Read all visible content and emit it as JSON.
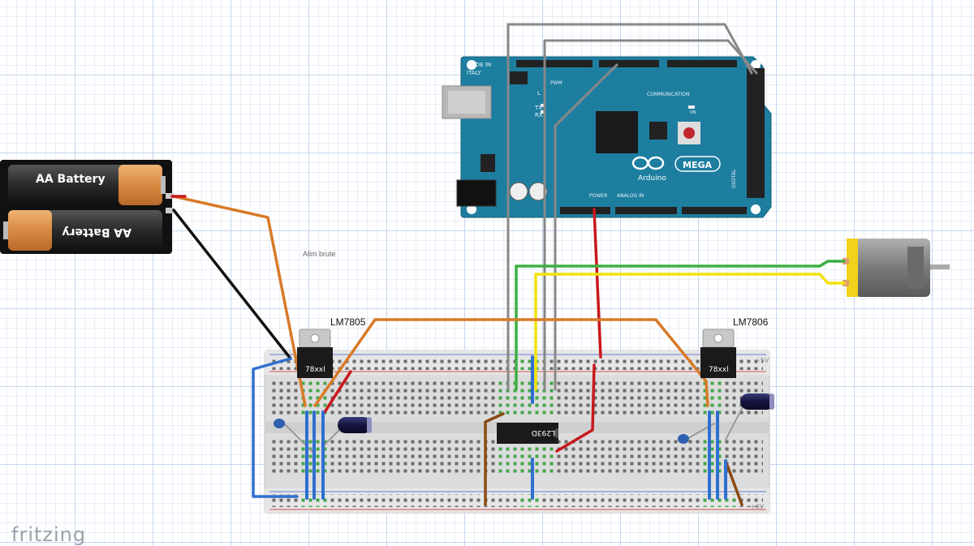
{
  "battery": {
    "cell_top": "AA Battery",
    "cell_bottom": "AA Battery"
  },
  "labels": {
    "alim": "Alim brute",
    "reg_left": "LM7805",
    "reg_right": "LM7806",
    "rail_top": "+5V",
    "rail_bottom": "+6V"
  },
  "regulators": {
    "left_marking": "78xxl",
    "right_marking": "78xxl"
  },
  "driver_chip": {
    "marking": "L293D"
  },
  "arduino": {
    "made_in": "MADE IN",
    "italy": "ITALY",
    "brand": "Arduino",
    "model": "MEGA",
    "pwm": "PWM",
    "communication": "COMMUNICATION",
    "power": "POWER",
    "analog_in": "ANALOG IN",
    "digital": "DIGITAL",
    "tx": "TX",
    "rx": "RX",
    "led_l": "L",
    "on": "ON"
  },
  "watermark": "fritzing",
  "colors": {
    "wire_orange": "#d87a28",
    "wire_black": "#111111",
    "wire_blue": "#2f6fd0",
    "wire_red": "#c8181c",
    "wire_green": "#3cb043",
    "wire_yellow": "#f2e20a",
    "wire_gray": "#8a8a8a",
    "wire_brown": "#8a4a14",
    "arduino_board": "#1d7ea0",
    "motor_can": "#8c8c8c",
    "motor_end": "#f2d21a"
  }
}
